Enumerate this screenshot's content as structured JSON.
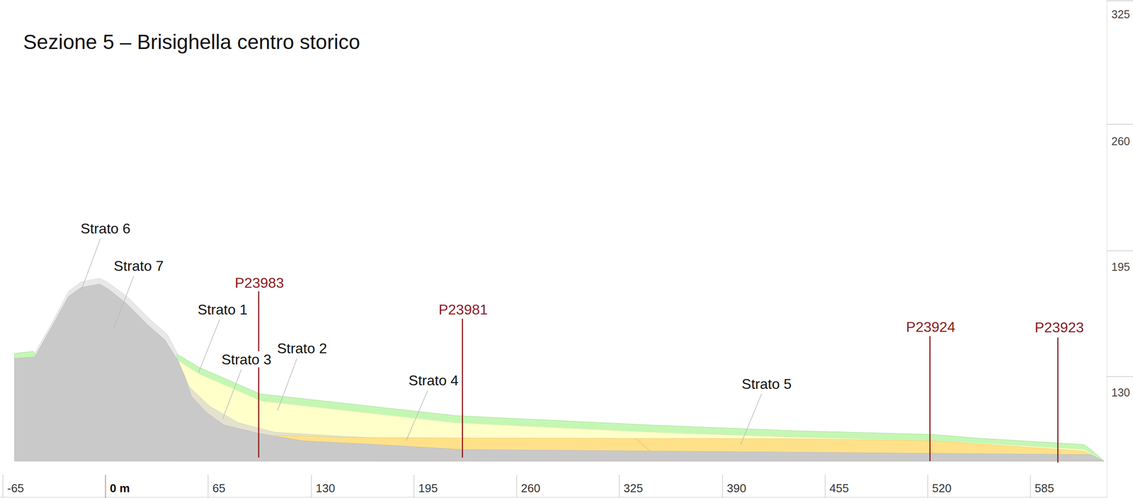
{
  "diagram": {
    "title": "Sezione 5 – Brisighella centro storico",
    "labels": [
      "Strato 6",
      "Strato 7",
      "P23983",
      "Strato 1",
      "Strato 3",
      "Strato 2",
      "P23981",
      "Strato 4",
      "P23924",
      "P23923",
      "Strato 5",
      "325",
      "260",
      "195",
      "130",
      "-65",
      "0 m",
      "65",
      "130",
      "195",
      "260",
      "325",
      "390",
      "455",
      "520",
      "585"
    ]
  }
}
